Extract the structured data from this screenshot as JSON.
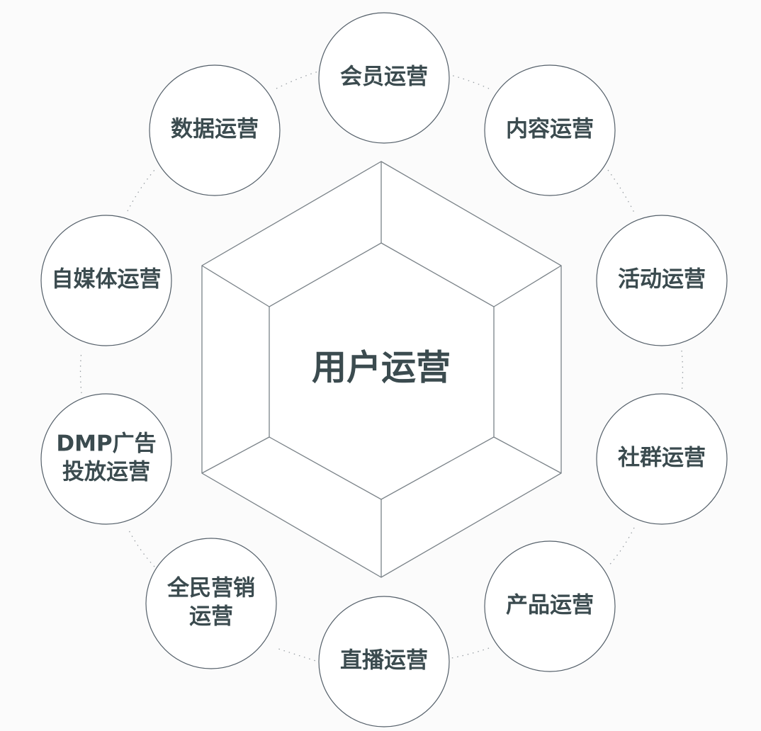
{
  "center": {
    "label": "用户运营"
  },
  "nodes": [
    {
      "id": "member",
      "lines": [
        "会员运营"
      ]
    },
    {
      "id": "content",
      "lines": [
        "内容运营"
      ]
    },
    {
      "id": "activity",
      "lines": [
        "活动运营"
      ]
    },
    {
      "id": "community",
      "lines": [
        "社群运营"
      ]
    },
    {
      "id": "product",
      "lines": [
        "产品运营"
      ]
    },
    {
      "id": "live",
      "lines": [
        "直播运营"
      ]
    },
    {
      "id": "marketing",
      "lines": [
        "全民营销",
        "运营"
      ]
    },
    {
      "id": "dmp",
      "lines": [
        "DMP广告",
        "投放运营"
      ]
    },
    {
      "id": "media",
      "lines": [
        "自媒体运营"
      ]
    },
    {
      "id": "data",
      "lines": [
        "数据运营"
      ]
    }
  ],
  "colors": {
    "text": "#3b4b4f",
    "circle_stroke": "#55606a",
    "hex_stroke": "#7a8288",
    "background": "#fbfbfb"
  }
}
